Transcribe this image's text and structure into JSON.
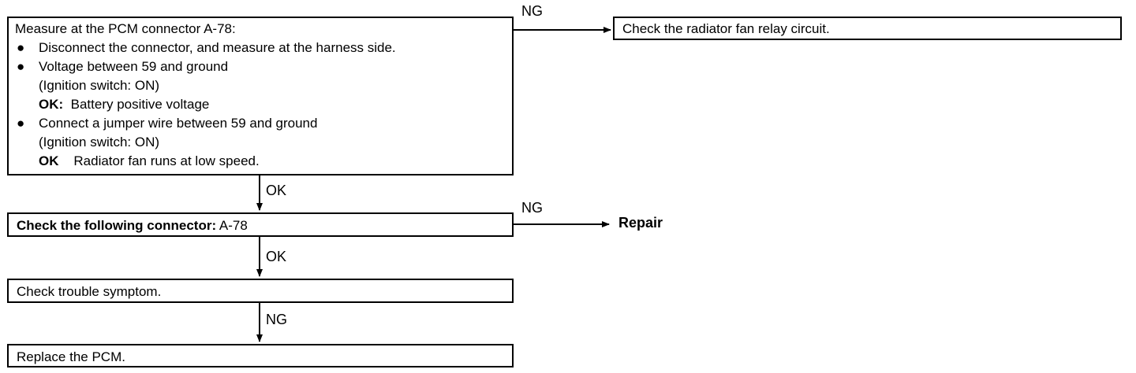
{
  "step1": {
    "heading": "Measure at the PCM connector A-78:",
    "items": [
      {
        "bullet": "●",
        "text": "Disconnect the connector, and measure at the harness side."
      },
      {
        "bullet": "●",
        "text": "Voltage between 59 and ground"
      },
      {
        "bullet": "",
        "text": "(Ignition switch: ON)"
      },
      {
        "bullet": "",
        "bold": "OK:",
        "text": "  Battery positive voltage"
      },
      {
        "bullet": "●",
        "text": "Connect a jumper wire between 59 and ground"
      },
      {
        "bullet": "",
        "text": "(Ignition switch: ON)"
      },
      {
        "bullet": "",
        "bold": "OK",
        "text": "    Radiator fan runs at low speed."
      }
    ]
  },
  "step1_ng_label": "NG",
  "step1_ng_result": "Check the radiator fan relay circuit.",
  "step1_ok_label": "OK",
  "step2": {
    "bold": "Check the following connector:",
    "text": " A-78"
  },
  "step2_ng_label": "NG",
  "step2_ng_result": "Repair",
  "step2_ok_label": "OK",
  "step3": "Check trouble symptom.",
  "step3_ng_label": "NG",
  "step4": "Replace the PCM."
}
